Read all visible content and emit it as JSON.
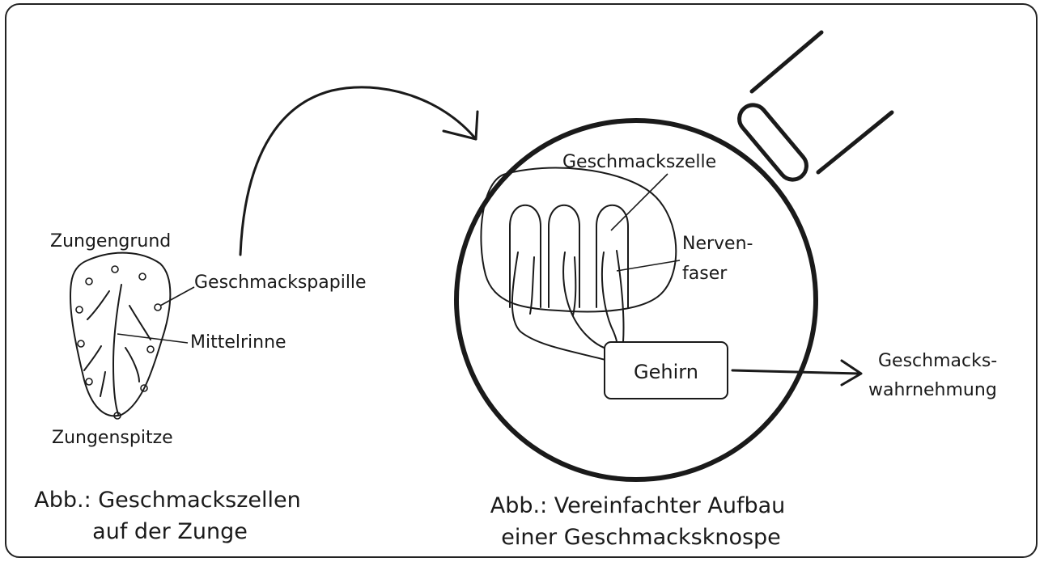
{
  "tongue": {
    "label_base": "Zungengrund",
    "label_papilla": "Geschmackspapille",
    "label_groove": "Mittelrinne",
    "label_tip": "Zungenspitze",
    "caption_line1": "Abb.: Geschmackszellen",
    "caption_line2": "auf der Zunge"
  },
  "bud": {
    "label_cell": "Geschmackszelle",
    "label_nerve_line1": "Nerven-",
    "label_nerve_line2": "faser",
    "label_brain": "Gehirn",
    "label_perception_line1": "Geschmacks-",
    "label_perception_line2": "wahrnehmung",
    "caption_line1": "Abb.: Vereinfachter Aufbau",
    "caption_line2": "einer Geschmacksknospe"
  },
  "colors": {
    "stroke": "#1a1a1a",
    "background": "#ffffff"
  }
}
